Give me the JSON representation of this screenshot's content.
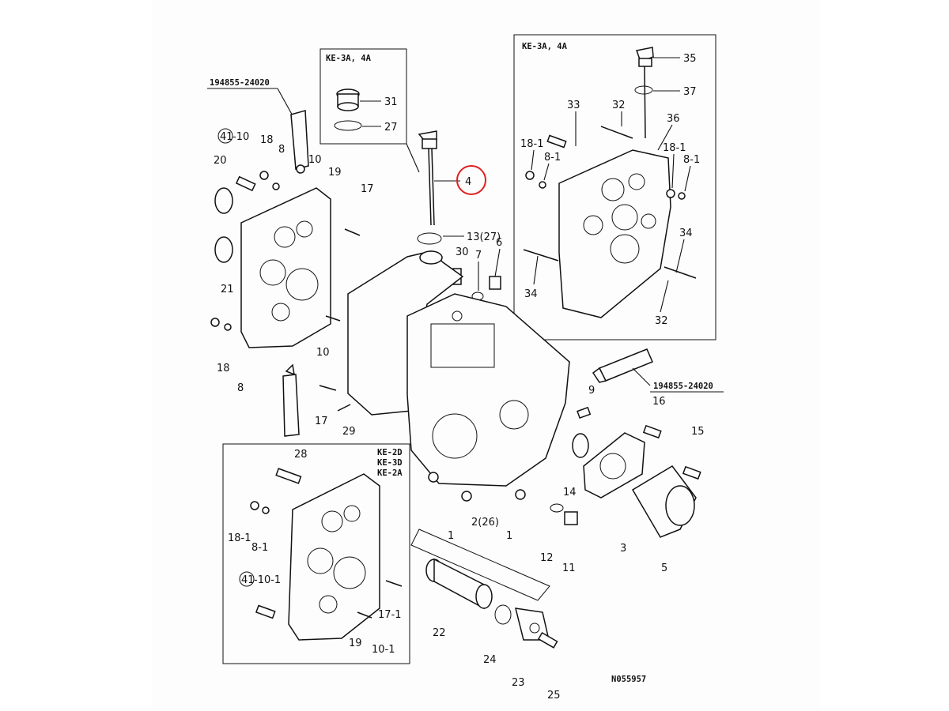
{
  "diagram": {
    "drawing_number": "N055957",
    "sealant_code_left": "194855-24020",
    "sealant_code_right": "194855-24020",
    "inset_top_title": "KE-3A, 4A",
    "inset_right_title": "KE-3A, 4A",
    "inset_bottom_title_lines": [
      "KE-2D",
      "KE-3D",
      "KE-2A"
    ],
    "highlighted_part": "4",
    "highlight_color": "#e02020",
    "labels": {
      "p31": "31",
      "p27": "27",
      "p4": "4",
      "p13": "13(27)",
      "p6": "6",
      "p7": "7",
      "p30": "30",
      "p35": "35",
      "p37": "37",
      "p33": "33",
      "p32a": "32",
      "p36": "36",
      "p18_1a": "18-1",
      "p8_1a": "8-1",
      "p18_1b": "18-1",
      "p8_1b": "8-1",
      "p34a": "34",
      "p34b": "34",
      "p32b": "32",
      "p41_10": "-10",
      "p41": "41",
      "p18a": "18",
      "p8a": "8",
      "p10a": "10",
      "p19a": "19",
      "p20": "20",
      "p17a": "17",
      "p21": "21",
      "p10b": "10",
      "p18b": "18",
      "p8b": "8",
      "p17b": "17",
      "p29": "29",
      "p9": "9",
      "p16": "16",
      "p15": "15",
      "p14": "14",
      "p3": "3",
      "p5": "5",
      "p1a": "1",
      "p2": "2(26)",
      "p1b": "1",
      "p12": "12",
      "p11": "11",
      "p28": "28",
      "p18_1c": "18-1",
      "p8_1c": "8-1",
      "p41b": "41",
      "p10_1": "-10-1",
      "p17_1": "17-1",
      "p19b": "19",
      "p10_1b": "10-1",
      "p22": "22",
      "p24": "24",
      "p23": "23",
      "p25": "25"
    }
  }
}
